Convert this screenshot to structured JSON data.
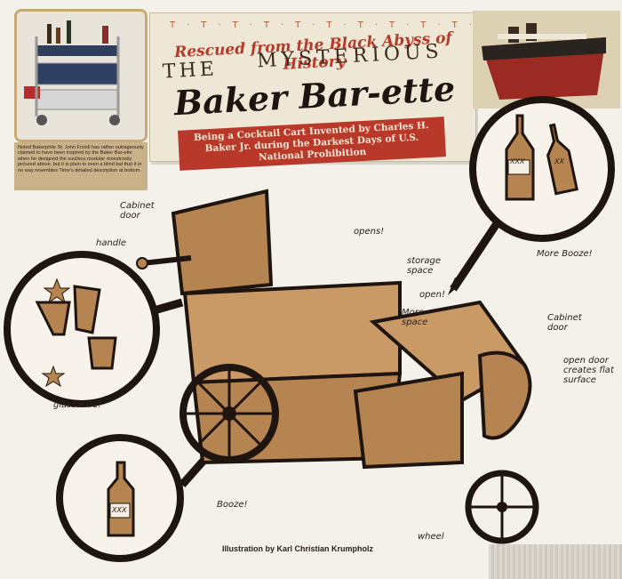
{
  "photo_caption": "Noted Bakerphile St. John Frizell has rather outrageously claimed to have been inspired by the Baker Bar-ette when he designed the soulless modular monstrosity pictured above, but it is plain to even a blind bat that it in no way resembles Time's detailed description at bottom.",
  "title": {
    "dots": "T·T·T·T·T·T·T·T·T·T·T",
    "rescued": "Rescued from the Black Abyss of History",
    "the": "THE",
    "mysterious": "MYSTERIOUS",
    "main": "Baker Bar-ette",
    "subtitle": "Being a Cocktail Cart Invented by Charles H. Baker Jr. during the Darkest Days of U.S. National Prohibition"
  },
  "labels": {
    "cabinet_door_top": "Cabinet\ndoor",
    "handle": "handle",
    "opens": "opens!",
    "storage_space": "storage\nspace",
    "open": "open!",
    "more_space": "More\nspace",
    "more_booze": "More Booze!",
    "cabinet_door_right": "Cabinet\ndoor",
    "open_door": "open door\ncreates flat\nsurface",
    "glassware": "glassware!",
    "booze": "Booze!",
    "wheel": "wheel",
    "bottle_label_1": "XXX",
    "bottle_label_2": "XX",
    "bottle_label_3": "XXX"
  },
  "credit": "Illustration by Karl Christian Krumpholz",
  "colors": {
    "brown": "#b58450",
    "dark": "#1f1510",
    "red": "#b8392a",
    "cream": "#f4f1ea"
  }
}
